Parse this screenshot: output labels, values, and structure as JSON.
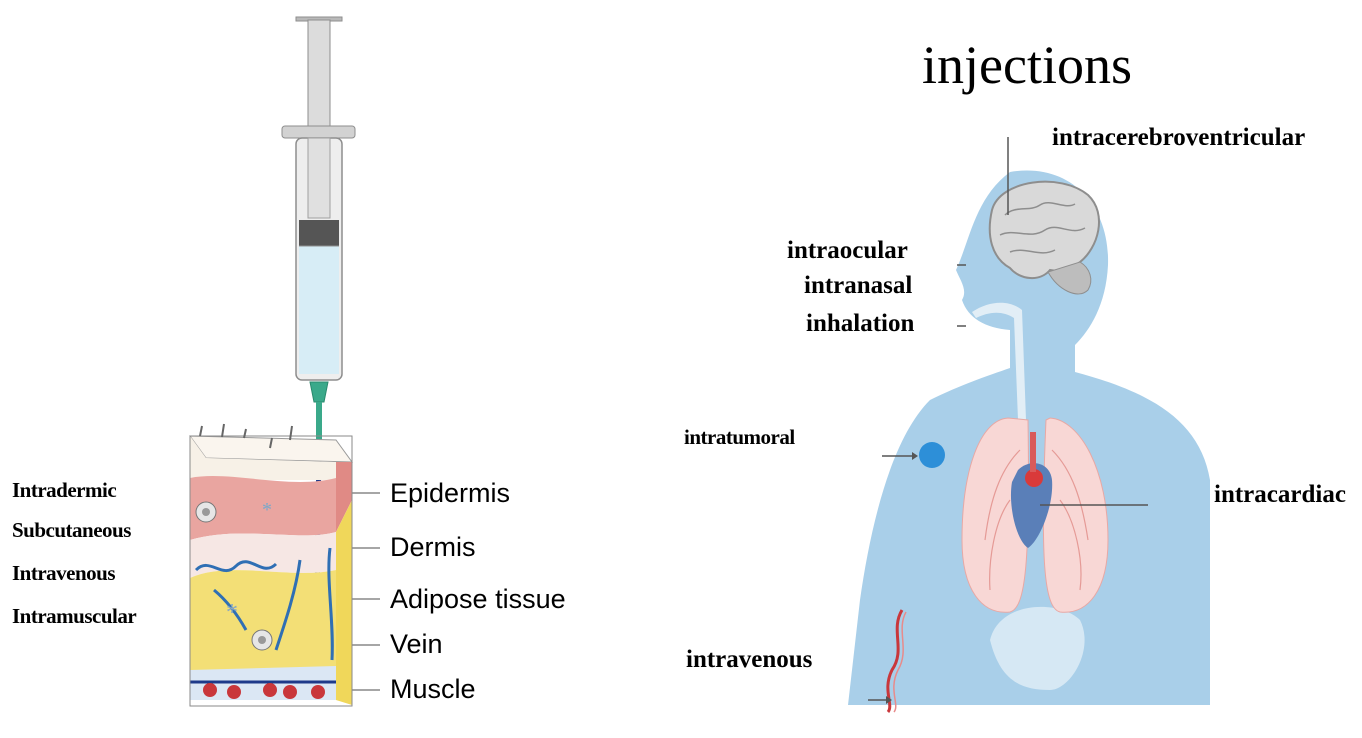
{
  "title": "injections",
  "left_routes": [
    "Intradermic",
    "Subcutaneous",
    "Intravenous",
    "Intramuscular"
  ],
  "skin_layers": [
    "Epidermis",
    "Dermis",
    "Adipose tissue",
    "Vein",
    "Muscle"
  ],
  "body_routes": {
    "brain": "intracerebroventricular",
    "eye": "intraocular",
    "nose": "intranasal",
    "mouth": "inhalation",
    "tumor": "intratumoral",
    "heart": "intracardiac",
    "arm": "intravenous"
  },
  "colors": {
    "body": "#a9cfe9",
    "lungs": "#f8d7d5",
    "brain": "#d9d9d9",
    "tumor": "#2d8fd8",
    "epidermis": "#e9a5a0",
    "adipose": "#f3df76",
    "needle": "#3aa98a"
  }
}
